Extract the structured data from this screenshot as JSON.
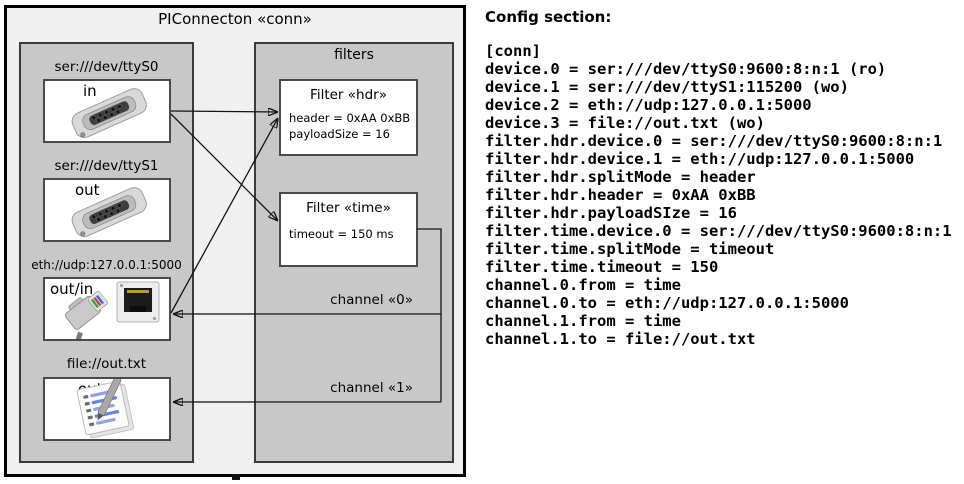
{
  "diagram": {
    "title": "PIConnecton «conn»",
    "devices_panel": {
      "devices": [
        {
          "label": "ser:///dev/ttyS0",
          "port": "in",
          "icon": "serial-connector-icon"
        },
        {
          "label": "ser:///dev/ttyS1",
          "port": "out",
          "icon": "serial-connector-icon"
        },
        {
          "label": "eth://udp:127.0.0.1:5000",
          "port": "out/in",
          "icon": "ethernet-connector-icon"
        },
        {
          "label": "file://out.txt",
          "port": "out",
          "icon": "notepad-icon"
        }
      ]
    },
    "filters_panel": {
      "title": "filters",
      "filters": [
        {
          "title": "Filter «hdr»",
          "attributes": [
            "header = 0xAA 0xBB",
            "payloadSize = 16"
          ]
        },
        {
          "title": "Filter «time»",
          "attributes": [
            "timeout = 150 ms"
          ]
        }
      ],
      "channel_labels": [
        "channel «0»",
        "channel «1»"
      ]
    }
  },
  "config": {
    "heading": "Config section:",
    "lines": [
      "[conn]",
      "device.0 = ser:///dev/ttyS0:9600:8:n:1 (ro)",
      "device.1 = ser:///dev/ttyS1:115200 (wo)",
      "device.2 = eth://udp:127.0.0.1:5000",
      "device.3 = file://out.txt (wo)",
      "filter.hdr.device.0 = ser:///dev/ttyS0:9600:8:n:1",
      "filter.hdr.device.1 = eth://udp:127.0.0.1:5000",
      "filter.hdr.splitMode = header",
      "filter.hdr.header = 0xAA 0xBB",
      "filter.hdr.payloadSIze = 16",
      "filter.time.device.0 = ser:///dev/ttyS0:9600:8:n:1",
      "filter.time.splitMode = timeout",
      "filter.time.timeout = 150",
      "channel.0.from = time",
      "channel.0.to = eth://udp:127.0.0.1:5000",
      "channel.1.from = time",
      "channel.1.to = file://out.txt"
    ]
  }
}
